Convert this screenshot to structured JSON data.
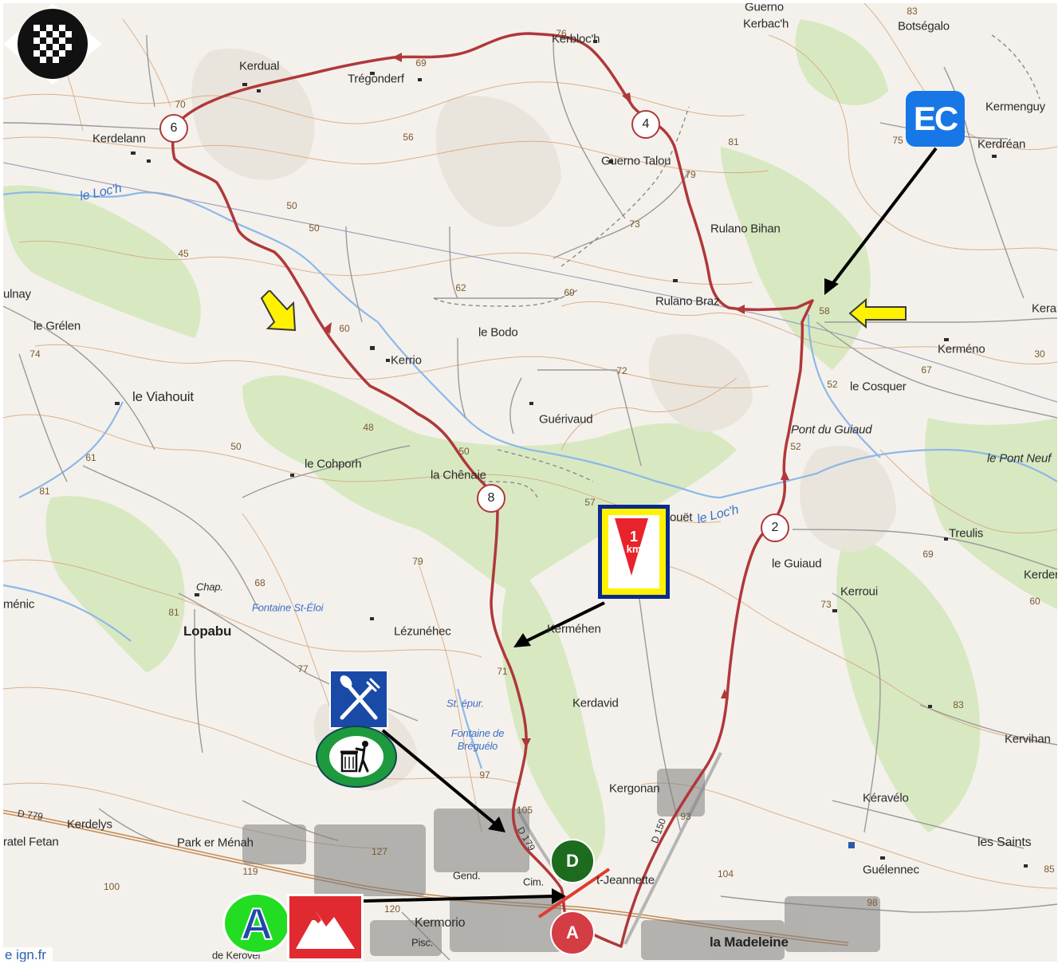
{
  "map": {
    "credit": "e ign.fr",
    "colors": {
      "route": "#b0383a",
      "contour": "#d7a479",
      "water": "#8db8e8",
      "forest": "#cfe6b4",
      "road": "#9a9a9a",
      "pointer": "#000000",
      "yellow_arrow": "#fff200",
      "ec_badge": "#1777e6",
      "start_badge": "#1d6b1f",
      "finish_badge": "#d43d44"
    },
    "places": [
      {
        "id": "kerbloch",
        "label": "Kerbloc'h",
        "style": "normal"
      },
      {
        "id": "kerbach",
        "label": "Kerbac'h",
        "style": "normal"
      },
      {
        "id": "guerno-top",
        "label": "Guerno",
        "style": "normal"
      },
      {
        "id": "botsegalo",
        "label": "Botségalo",
        "style": "normal"
      },
      {
        "id": "kerdual",
        "label": "Kerdual",
        "style": "normal"
      },
      {
        "id": "tregonderf",
        "label": "Trégonderf",
        "style": "normal"
      },
      {
        "id": "kerdelann",
        "label": "Kerdelann",
        "style": "normal"
      },
      {
        "id": "kermenguy",
        "label": "Kermenguy",
        "style": "normal"
      },
      {
        "id": "kerdrean",
        "label": "Kerdréan",
        "style": "normal"
      },
      {
        "id": "guerno-talou",
        "label": "Guerno Talou",
        "style": "normal"
      },
      {
        "id": "rulano-bihan",
        "label": "Rulano Bihan",
        "style": "normal"
      },
      {
        "id": "rulano-braz",
        "label": "Rulano Braz",
        "style": "normal"
      },
      {
        "id": "le-loch-1",
        "label": "le Loc'h",
        "style": "water"
      },
      {
        "id": "aulnay",
        "label": "ulnay",
        "style": "normal"
      },
      {
        "id": "le-grelen",
        "label": "le Grélen",
        "style": "normal"
      },
      {
        "id": "le-bodo",
        "label": "le Bodo",
        "style": "normal"
      },
      {
        "id": "kerrio",
        "label": "Kerrio",
        "style": "normal"
      },
      {
        "id": "kerar",
        "label": "Kerar",
        "style": "normal"
      },
      {
        "id": "kermeno",
        "label": "Kerméno",
        "style": "normal"
      },
      {
        "id": "le-viahouit",
        "label": "le Viahouit",
        "style": "normal"
      },
      {
        "id": "le-cosquer",
        "label": "le Cosquer",
        "style": "normal"
      },
      {
        "id": "guerivaud",
        "label": "Guérivaud",
        "style": "normal"
      },
      {
        "id": "pont-du-guiaud",
        "label": "Pont du Guiaud",
        "style": "italic"
      },
      {
        "id": "le-pont-neuf",
        "label": "le Pont Neuf",
        "style": "italic"
      },
      {
        "id": "le-cohporh",
        "label": "le Cohporh",
        "style": "normal"
      },
      {
        "id": "la-chenaie",
        "label": "la Chênaie",
        "style": "normal"
      },
      {
        "id": "bouet",
        "label": "ouët",
        "style": "normal"
      },
      {
        "id": "le-loch-2",
        "label": "le Loc'h",
        "style": "water"
      },
      {
        "id": "treulis",
        "label": "Treulis",
        "style": "normal"
      },
      {
        "id": "le-guiaud",
        "label": "le Guiaud",
        "style": "normal"
      },
      {
        "id": "kerden",
        "label": "Kerden",
        "style": "normal"
      },
      {
        "id": "chap",
        "label": "Chap.",
        "style": "italic"
      },
      {
        "id": "menic",
        "label": "ménic",
        "style": "normal"
      },
      {
        "id": "fontaine-st-eloi",
        "label": "Fontaine St-Éloi",
        "style": "water"
      },
      {
        "id": "lopabu",
        "label": "Lopabu",
        "style": "big"
      },
      {
        "id": "kerroui",
        "label": "Kerroui",
        "style": "normal"
      },
      {
        "id": "lezunehec",
        "label": "Lézunéhec",
        "style": "normal"
      },
      {
        "id": "kermehen",
        "label": "Kerméhen",
        "style": "normal"
      },
      {
        "id": "st-epur",
        "label": "St. épur.",
        "style": "water"
      },
      {
        "id": "kerdavid",
        "label": "Kerdavid",
        "style": "normal"
      },
      {
        "id": "fontaine-de-breguelo",
        "label": "Fontaine de Bréguélo",
        "style": "water"
      },
      {
        "id": "kervihan",
        "label": "Kervihan",
        "style": "normal"
      },
      {
        "id": "kergonan",
        "label": "Kergonan",
        "style": "normal"
      },
      {
        "id": "keravelo",
        "label": "Kéravélo",
        "style": "normal"
      },
      {
        "id": "kerdelys",
        "label": "Kerdelys",
        "style": "normal"
      },
      {
        "id": "les-saints",
        "label": "les Saints",
        "style": "normal"
      },
      {
        "id": "ratel-fetan",
        "label": "ratel Fetan",
        "style": "normal"
      },
      {
        "id": "park-er-menah",
        "label": "Park er Ménah",
        "style": "normal"
      },
      {
        "id": "guelennec",
        "label": "Guélennec",
        "style": "normal"
      },
      {
        "id": "st-jeannette",
        "label": "t-Jeannette",
        "style": "normal"
      },
      {
        "id": "gend",
        "label": "Gend.",
        "style": "small"
      },
      {
        "id": "cim",
        "label": "Cim.",
        "style": "small"
      },
      {
        "id": "kermorio",
        "label": "Kermorio",
        "style": "normal"
      },
      {
        "id": "la-madeleine",
        "label": "la Madeleine",
        "style": "big"
      },
      {
        "id": "pisc",
        "label": "Pisc.",
        "style": "small"
      },
      {
        "id": "de-kerovel",
        "label": "de Kerovel",
        "style": "small"
      }
    ],
    "roads": [
      "D 779",
      "D 150",
      "D 179"
    ],
    "altitudes": [
      "76",
      "69",
      "70",
      "56",
      "83",
      "75",
      "81",
      "79",
      "73",
      "50",
      "50",
      "45",
      "62",
      "69",
      "58",
      "60",
      "74",
      "72",
      "67",
      "52",
      "52",
      "48",
      "50",
      "50",
      "61",
      "81",
      "57",
      "69",
      "79",
      "73",
      "60",
      "68",
      "81",
      "71",
      "77",
      "97",
      "105",
      "93",
      "83",
      "104",
      "119",
      "127",
      "120",
      "100",
      "98",
      "85",
      "30"
    ],
    "checkpoints": [
      "2",
      "4",
      "6",
      "8"
    ],
    "badges": {
      "ec": "EC",
      "last_km_top": "1",
      "last_km_bottom": "km",
      "start": "D",
      "finish": "A",
      "arrival": "A"
    },
    "icons": {
      "food": "fork-knife-icon",
      "bin": "trash-bin-icon",
      "finish": "checkered-flag-icon",
      "climb": "mountain-icon",
      "direction": "yellow-arrow-icon"
    }
  }
}
